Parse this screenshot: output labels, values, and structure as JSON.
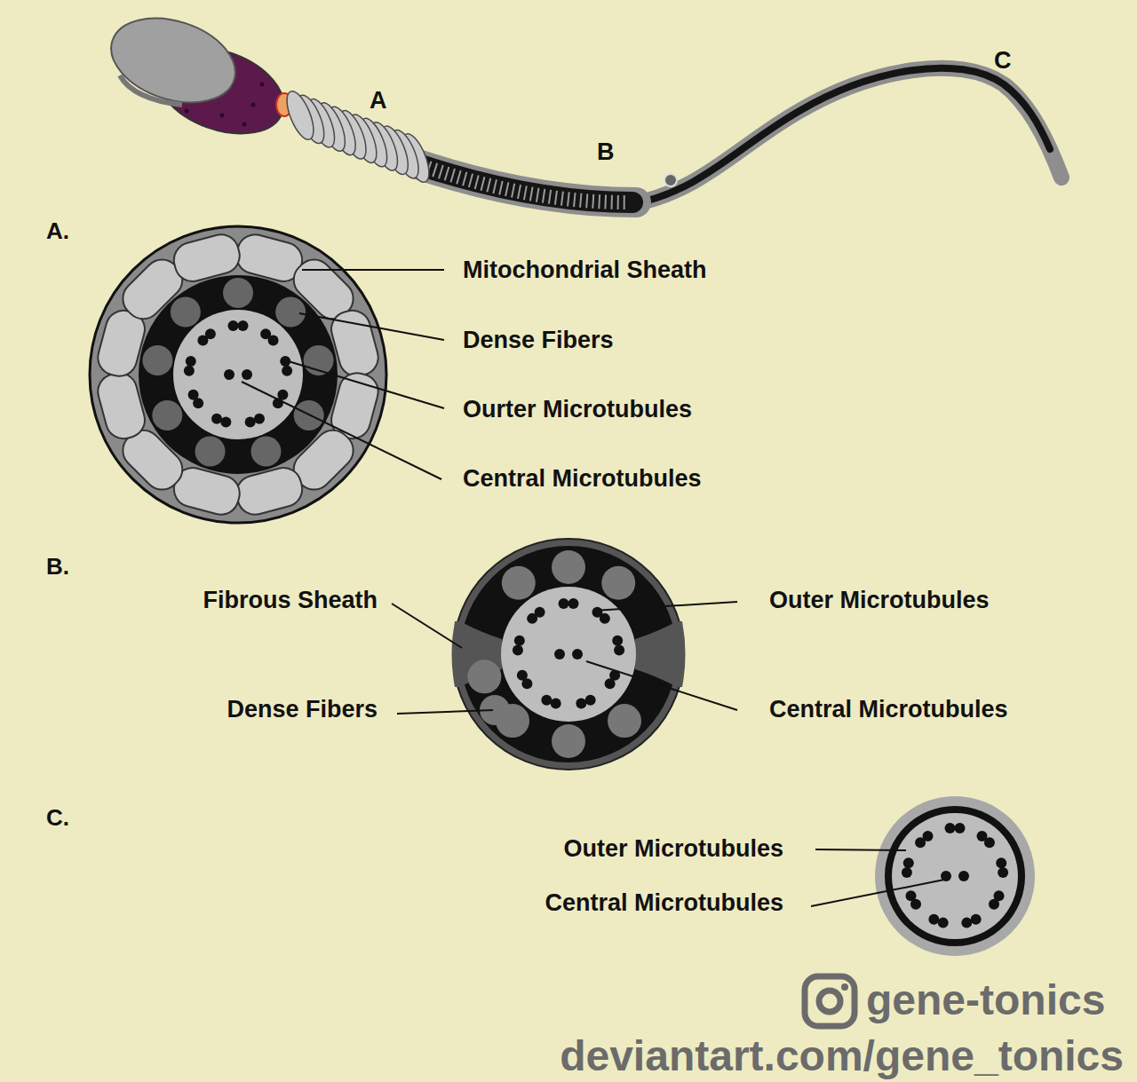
{
  "diagram": {
    "labels": [
      "A",
      "B",
      "C",
      "A.",
      "Mitochondrial Sheath",
      "Dense Fibers",
      "Ourter Microtubules",
      "Central Microtubules",
      "B.",
      "Fibrous Sheath",
      "Outer Microtubules",
      "Dense Fibers",
      "Central Microtubules",
      "C.",
      "Outer Microtubules",
      "Central Microtubules",
      "gene-tonics",
      "deviantart.com/gene_tonics"
    ]
  }
}
